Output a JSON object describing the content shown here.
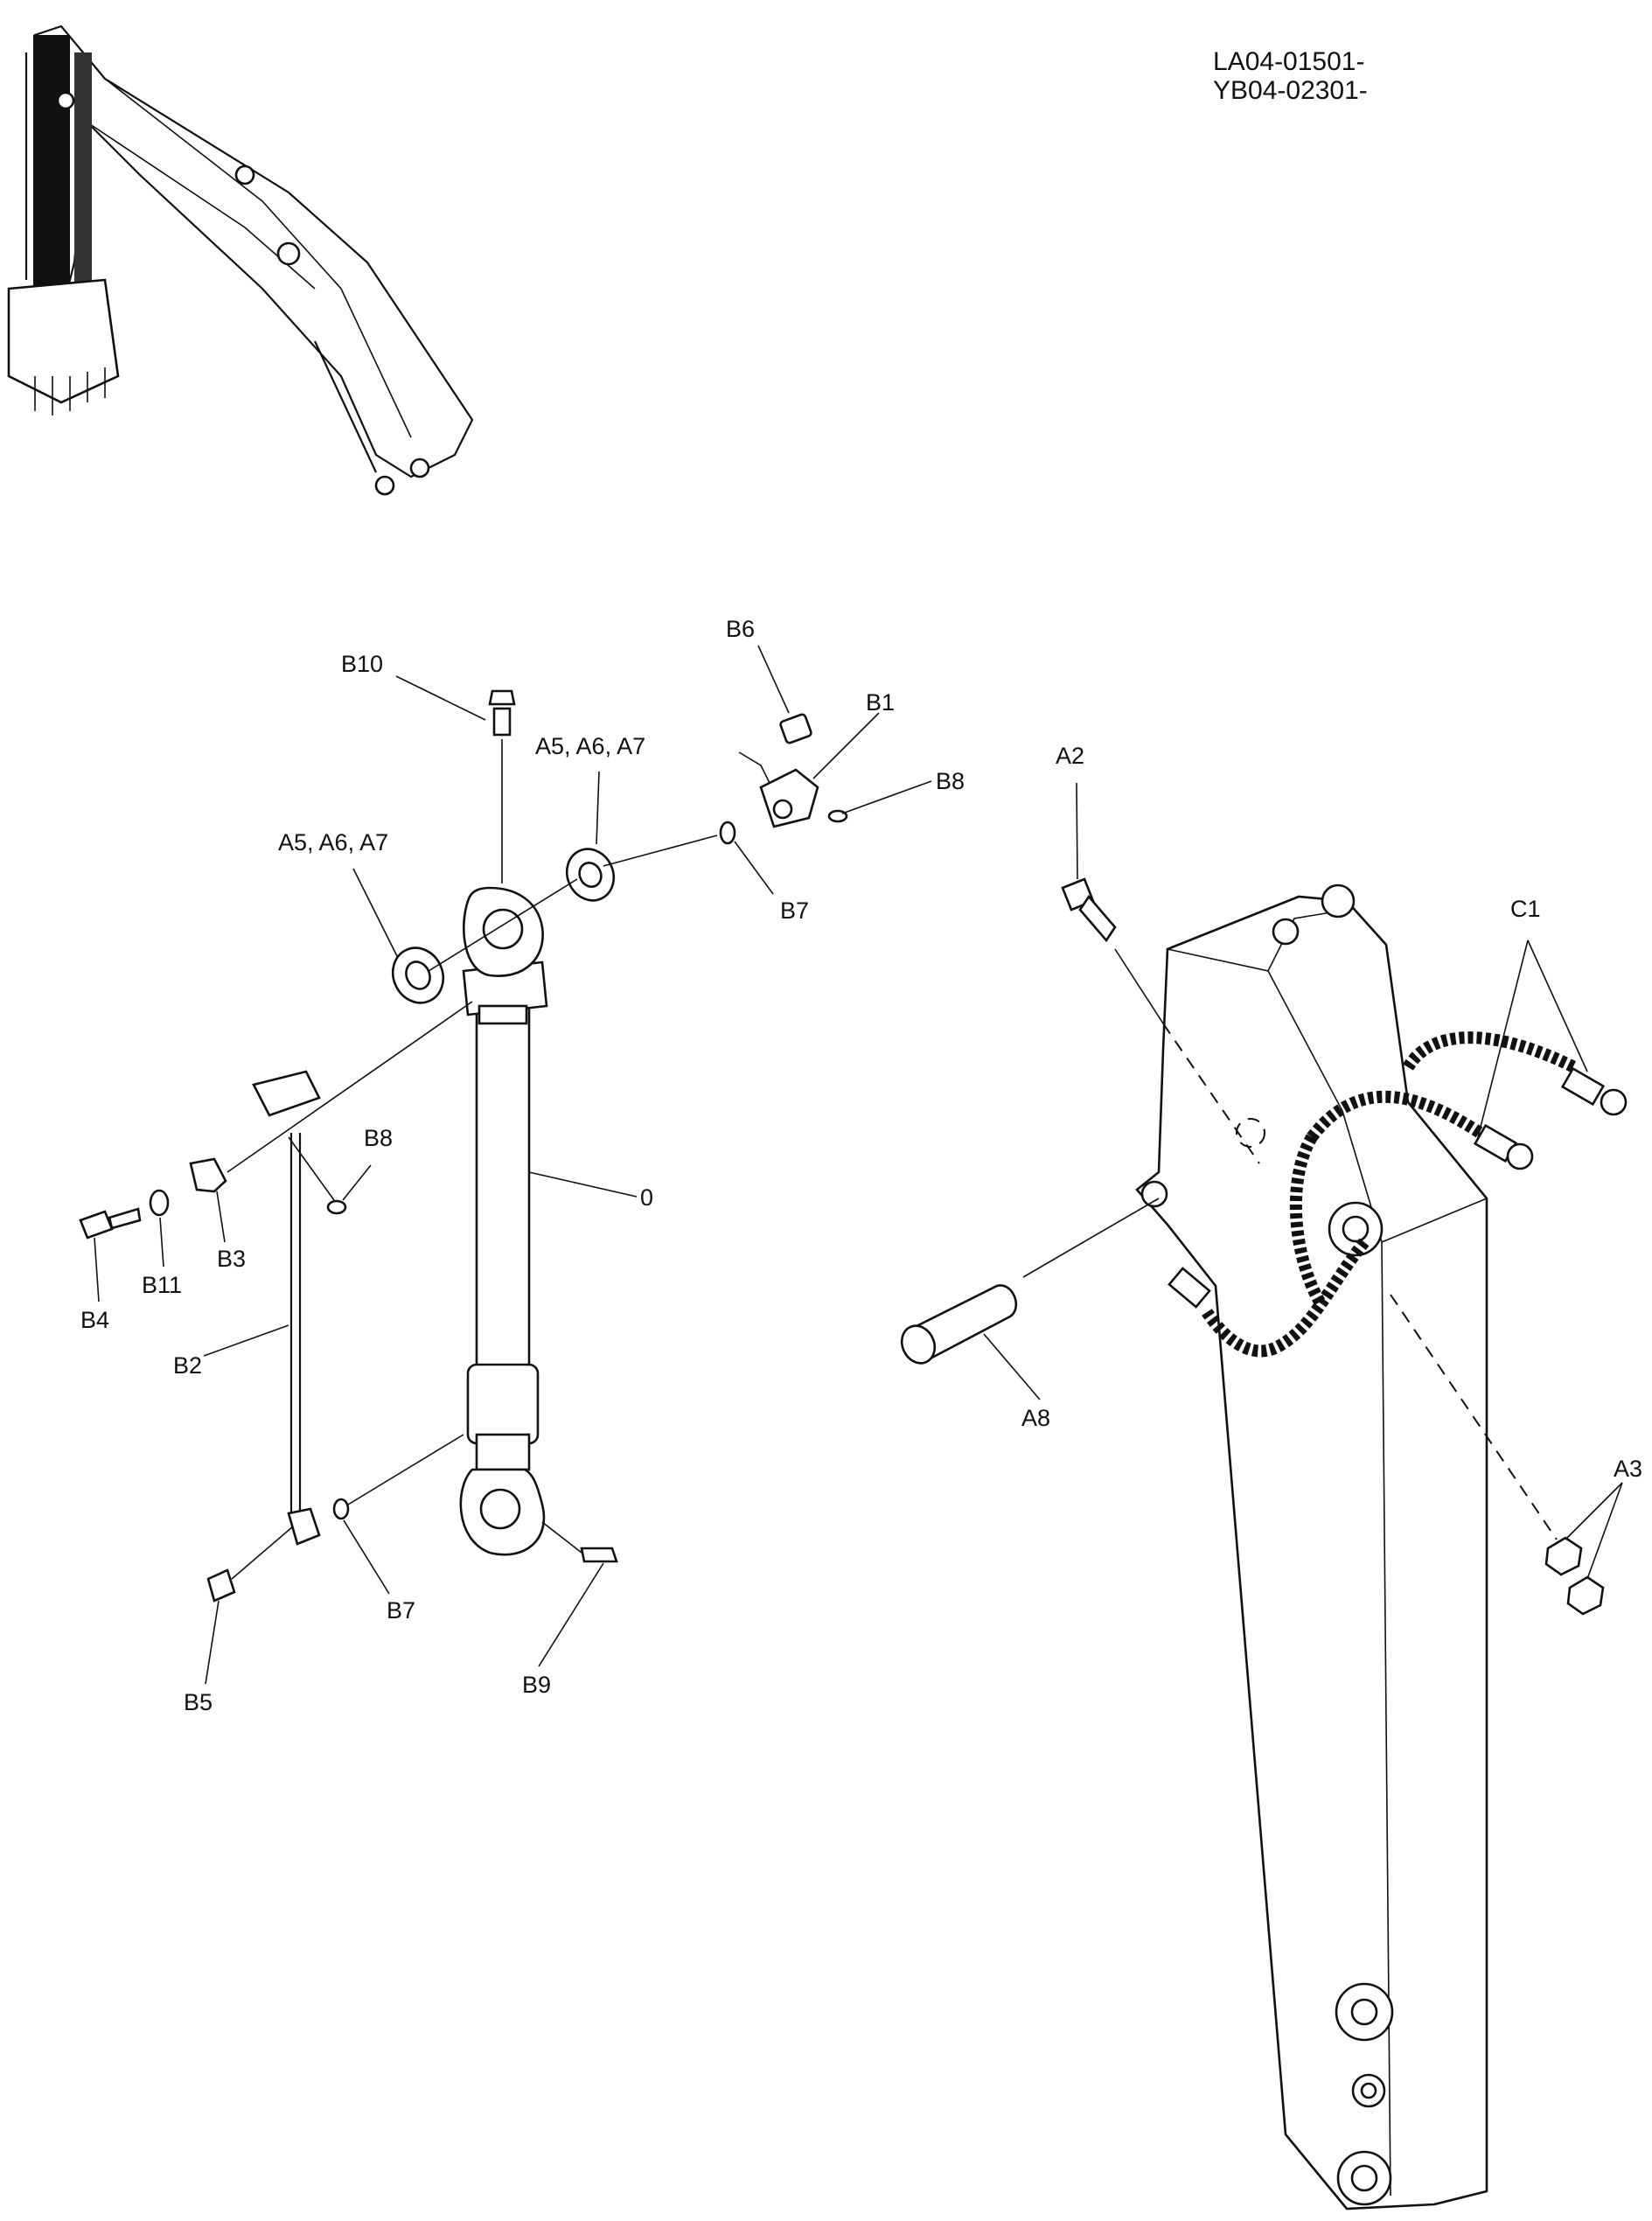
{
  "serial_codes": [
    "LA04-01501-",
    "YB04-02301-"
  ],
  "callouts": {
    "B10": "B10",
    "B6": "B6",
    "B1": "B1",
    "B8_top": "B8",
    "A5A6A7_right": "A5, A6, A7",
    "A5A6A7_left": "A5, A6, A7",
    "B7_top": "B7",
    "B8_left": "B8",
    "B3": "B3",
    "B4": "B4",
    "B11": "B11",
    "B2": "B2",
    "zero": "0",
    "B7_bottom": "B7",
    "B5": "B5",
    "B9": "B9",
    "A2": "A2",
    "C1": "C1",
    "A8": "A8",
    "A3": "A3"
  }
}
